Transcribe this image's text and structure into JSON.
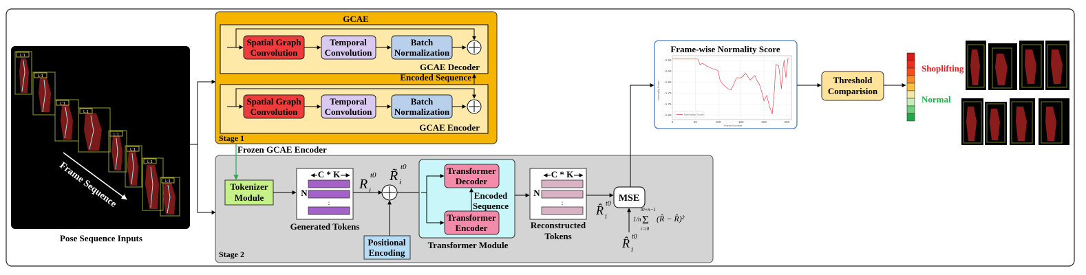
{
  "pose": {
    "caption": "Pose Sequence Inputs",
    "arrow_label": "Frame Sequence",
    "frame_tags": [
      "L:1",
      "L:1",
      "L:1",
      "L:1",
      "L:1",
      "L:1",
      "L:1",
      "L:1"
    ]
  },
  "gcae": {
    "title": "GCAE",
    "decoder": {
      "label": "GCAE Decoder",
      "blocks": [
        {
          "l1": "Spatial Graph",
          "l2": "Convolution"
        },
        {
          "l1": "Temporal",
          "l2": "Convolution"
        },
        {
          "l1": "Batch",
          "l2": "Normalization"
        }
      ]
    },
    "encoded_sequence": "Encoded Sequence",
    "encoder": {
      "label": "GCAE Encoder",
      "blocks": [
        {
          "l1": "Spatial Graph",
          "l2": "Convolution"
        },
        {
          "l1": "Temporal",
          "l2": "Convolution"
        },
        {
          "l1": "Batch",
          "l2": "Normalization"
        }
      ]
    },
    "stage": "Stage 1",
    "plus": "+"
  },
  "frozen_label": "Frozen GCAE Encoder",
  "stage2": {
    "stage": "Stage 2",
    "tokenizer": {
      "l1": "Tokenizer",
      "l2": "Module"
    },
    "generated": {
      "header": "C * K",
      "n": "N",
      "dots": ":",
      "caption": "Generated Tokens"
    },
    "r_label": "R",
    "r_sub": "i",
    "r_sup": "t0",
    "rt_label": "R̃",
    "plus": "+",
    "positional": {
      "l1": "Positional",
      "l2": "Encoding"
    },
    "transformer": {
      "decoder": {
        "l1": "Transformer",
        "l2": "Decoder"
      },
      "encoder": {
        "l1": "Transformer",
        "l2": "Encoder"
      },
      "encoded": {
        "l1": "Encoded",
        "l2": "Sequence"
      },
      "caption": "Transformer Module"
    },
    "reconstructed": {
      "header": "C * K",
      "n": "N",
      "dots": ":",
      "cap1": "Reconstructed",
      "cap2": "Tokens"
    },
    "rhat_label": "R̂",
    "mse": "MSE",
    "formula_frac": "1/n",
    "formula_sum_top": "t0+n−1",
    "formula_sum_bot": "t=t0",
    "formula_body": "(R̂ − R̂)²"
  },
  "score": {
    "title": "Frame-wise Normality Score",
    "legend": "Normality Score",
    "xlabel": "Frame Number",
    "ylabel": "Normality Score"
  },
  "threshold": {
    "l1": "Threshold",
    "l2": "Comparision"
  },
  "labels": {
    "shoplifting": "Shoplifting",
    "normal": "Normal"
  },
  "colors": {
    "gcae_outer": "#f5b400",
    "gcae_inner": "#ffe9a8",
    "spatial": "#ee3b3b",
    "temporal": "#d9c8f0",
    "batch": "#b9d0ec",
    "stage2_bg": "#d4d4d4",
    "tokenizer": "#c6f08a",
    "positional": "#b6ddf5",
    "transformer_bg": "#c9f6f8",
    "transformer_block": "#f48aa9",
    "gen_token": "#a462c9",
    "rec_token": "#d9b3c4",
    "threshold": "#ffe39a",
    "shoplifting": "#ee1d1d",
    "normal": "#21b34a"
  },
  "chart_data": {
    "type": "line",
    "title": "Frame-wise Normality Score",
    "xlabel": "Frame Number",
    "ylabel": "Normality Score",
    "xlim": [
      0,
      260
    ],
    "ylim": [
      -1.82,
      -1.53
    ],
    "xticks": [
      0,
      50,
      100,
      150,
      200,
      250
    ],
    "yticks": [
      -1.55,
      -1.6,
      -1.65,
      -1.7,
      -1.75,
      -1.8
    ],
    "grid": true,
    "legend_position": "bottom-left",
    "series": [
      {
        "name": "Normality Score",
        "color": "#e8474f",
        "x": [
          0,
          18,
          44,
          56,
          60,
          66,
          76,
          86,
          96,
          100,
          104,
          110,
          116,
          122,
          128,
          134,
          140,
          150,
          160,
          170,
          180,
          184,
          190,
          196,
          200,
          206,
          212,
          218,
          222,
          226,
          232,
          236,
          238,
          242,
          244,
          246,
          248,
          252,
          256
        ],
        "y": [
          -1.545,
          -1.545,
          -1.545,
          -1.545,
          -1.57,
          -1.565,
          -1.578,
          -1.588,
          -1.594,
          -1.6,
          -1.64,
          -1.66,
          -1.67,
          -1.68,
          -1.685,
          -1.66,
          -1.63,
          -1.63,
          -1.61,
          -1.64,
          -1.62,
          -1.64,
          -1.66,
          -1.7,
          -1.735,
          -1.71,
          -1.76,
          -1.795,
          -1.71,
          -1.57,
          -1.575,
          -1.64,
          -1.68,
          -1.58,
          -1.55,
          -1.6,
          -1.63,
          -1.545,
          -1.545
        ]
      }
    ]
  }
}
